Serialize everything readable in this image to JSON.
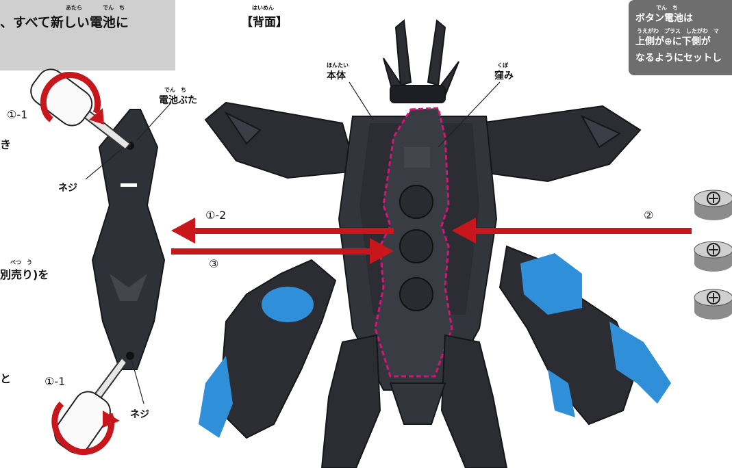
{
  "header": {
    "instruction_ruby_1": "あたら",
    "instruction_ruby_2": "でん　ち",
    "instruction_text": "、すべて新しい電池に",
    "section_ruby": "はいめん",
    "section_title": "【背面】"
  },
  "labels": {
    "body_ruby": "ほんたい",
    "body": "本体",
    "recess_ruby": "くぼ",
    "recess": "窪み",
    "cover_ruby": "でん　ち",
    "cover": "電池ぶた",
    "screw_top": "ネジ",
    "screw_bottom": "ネジ"
  },
  "steps": {
    "s1_1_top": "①-1",
    "s1_2": "①-2",
    "s3": "③",
    "s2": "②",
    "s1_1_bottom": "①-1"
  },
  "left_text": {
    "partial_1": "き",
    "partial_2_ruby": "べつ　う",
    "partial_2": "別売り)を",
    "partial_3": "と"
  },
  "note": {
    "line1_ruby": "でん　ち",
    "line1": "ボタン電池は",
    "line2_ruby": "うえがわ　プラス　したがわ　マ",
    "line2": "上側が⊕に下側が",
    "line3": "なるようにセットし"
  },
  "battery_icon": "battery-plus-icon",
  "colors": {
    "arrow": "#c8161d",
    "recess_outline": "#d4157a",
    "robot_dark": "#2b2d33",
    "robot_blue": "#2f8fd8",
    "note_bg": "#6e6e6e",
    "header_bg": "#cfcfcf"
  }
}
